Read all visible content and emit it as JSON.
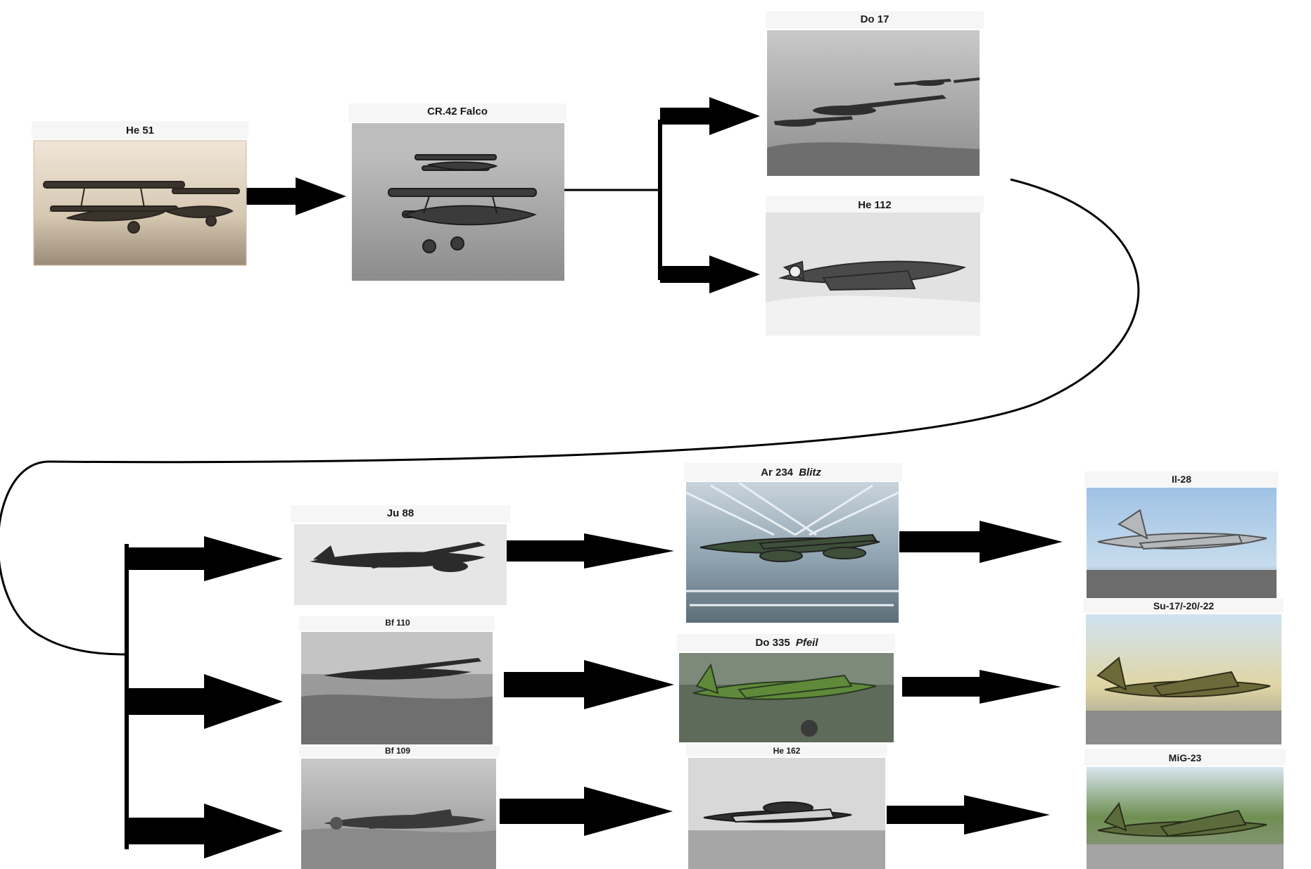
{
  "aircraft": {
    "he51": "He 51",
    "cr42": "CR.42 Falco",
    "do17": "Do 17",
    "he112": "He 112",
    "ju88": "Ju 88",
    "bf110": "Bf 110",
    "bf109": "Bf 109",
    "ar234": {
      "name": "Ar 234",
      "suffix": "Blitz"
    },
    "do335": {
      "name": "Do 335",
      "suffix": "Pfeil"
    },
    "he162": "He 162",
    "il28": "Il-28",
    "su17": "Su-17/-20/-22",
    "mig23": "MiG-23"
  },
  "colors": {
    "connector": "#000000",
    "label": "#1a1a1a",
    "card": "#f6f6f6"
  }
}
